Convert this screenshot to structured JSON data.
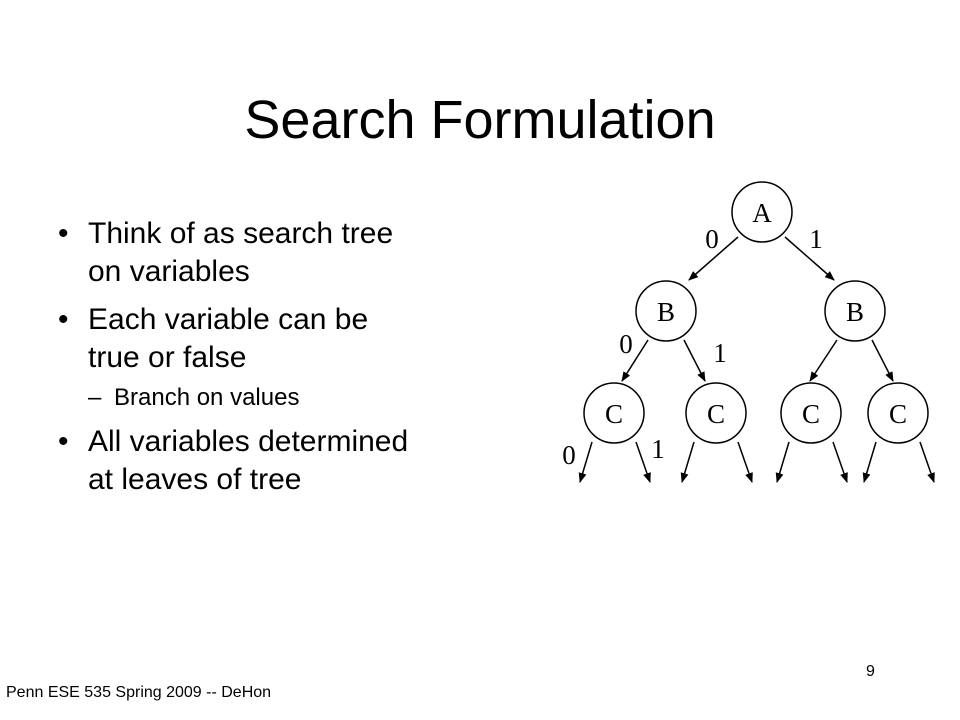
{
  "slide": {
    "title": "Search Formulation",
    "bullets": [
      "Think of as search tree on variables",
      "Each variable can be true or false",
      "All variables determined at leaves of tree"
    ],
    "sub_bullet": "Branch on values",
    "footer": "Penn ESE 535 Spring 2009 -- DeHon",
    "page_number": "9"
  },
  "tree": {
    "nodes": [
      {
        "id": "a",
        "label": "A"
      },
      {
        "id": "b1",
        "label": "B"
      },
      {
        "id": "b2",
        "label": "B"
      },
      {
        "id": "c1",
        "label": "C"
      },
      {
        "id": "c2",
        "label": "C"
      },
      {
        "id": "c3",
        "label": "C"
      },
      {
        "id": "c4",
        "label": "C"
      }
    ],
    "edge_labels": [
      "0",
      "1",
      "0",
      "1",
      "0",
      "1"
    ]
  }
}
